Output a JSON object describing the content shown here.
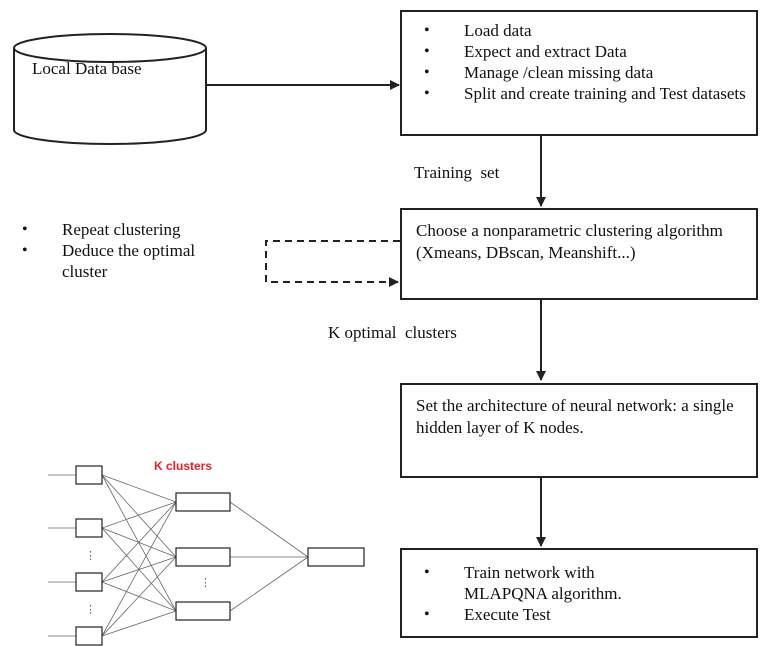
{
  "database": {
    "label": "Local Data base"
  },
  "step1": {
    "items": [
      "Load data",
      "Expect and extract Data",
      "Manage /clean missing data",
      "Split and create training and Test datasets"
    ]
  },
  "edge1_label": "Training  set",
  "step2": {
    "text": "Choose a nonparametric clustering algorithm (Xmeans, DBscan, Meanshift...)"
  },
  "loop_notes": {
    "items": [
      "Repeat clustering",
      "Deduce the optimal cluster"
    ]
  },
  "edge2_label": "K optimal  clusters",
  "step3": {
    "text": "Set the architecture  of neural network: a single hidden layer of K nodes."
  },
  "step4": {
    "items": [
      "Train network with MLAPQNA algorithm.",
      "Execute Test"
    ]
  },
  "network": {
    "hidden_label": "K clusters",
    "ellipsis": "⋮"
  },
  "colors": {
    "stroke": "#222222",
    "accent_red": "#e8202a"
  }
}
